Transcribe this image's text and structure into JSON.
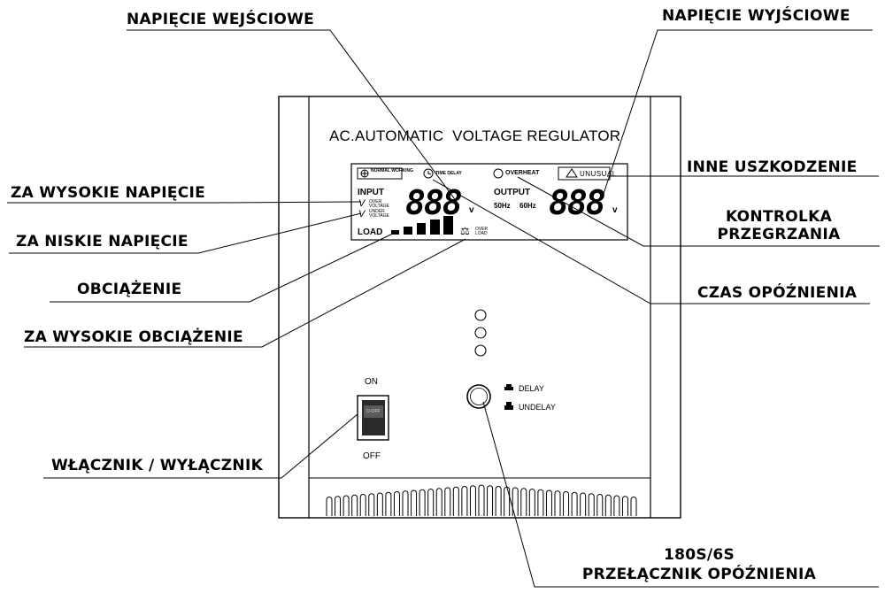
{
  "device": {
    "title": "AC.AUTOMATIC  VOLTAGE REGULATOR",
    "lcd": {
      "normal_working": "NORMAL WORKING",
      "time_delay": "TIME DELAY",
      "overheat": "OVERHEAT",
      "unusual": "UNUSUAL",
      "input_label": "INPUT",
      "over_voltage": "OVER VOLTAGE",
      "under_voltage": "UNDER VOLTAGE",
      "v_symbol": "V",
      "input_digits": "888",
      "output_label": "OUTPUT",
      "hz50": "50Hz",
      "hz60": "60Hz",
      "output_digits": "888",
      "unit": "v",
      "load_label": "LOAD",
      "over_load": "OVER LOAD"
    },
    "switch": {
      "on": "ON",
      "off": "OFF",
      "body_text": "O-OFF"
    },
    "delay_button": {
      "delay": "DELAY",
      "undelay": "UNDELAY"
    },
    "indicator_leds": 3
  },
  "callouts": {
    "input_voltage": "NAPIĘCIE WEJŚCIOWE",
    "output_voltage": "NAPIĘCIE WYJŚCIOWE",
    "other_fault": "INNE USZKODZENIE",
    "overheat_line1": "KONTROLKA",
    "overheat_line2": "PRZEGRZANIA",
    "delay_time": "CZAS OPÓŹNIENIA",
    "over_voltage": "ZA WYSOKIE NAPIĘCIE",
    "under_voltage": "ZA NISKIE NAPIĘCIE",
    "load": "OBCIĄŻENIE",
    "over_load": "ZA WYSOKIE OBCIĄŻENIE",
    "power_switch": "WŁĄCZNIK / WYŁĄCZNIK",
    "delay_switch_line1": "180S/6S",
    "delay_switch_line2": "PRZEŁĄCZNIK OPÓŹNIENIA"
  }
}
